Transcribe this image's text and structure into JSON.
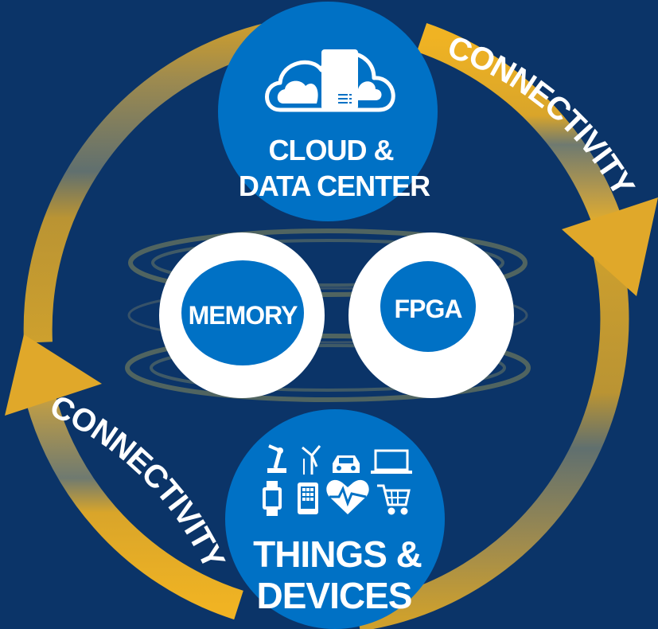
{
  "cloud": {
    "line1": "CLOUD &",
    "line2": "DATA CENTER",
    "icon": "cloud-server-icon"
  },
  "memory": {
    "label": "MEMORY"
  },
  "fpga": {
    "label": "FPGA"
  },
  "things": {
    "line1": "THINGS &",
    "line2": "DEVICES",
    "icons": [
      "robot-arm-icon",
      "wind-turbine-icon",
      "car-icon",
      "laptop-icon",
      "smartwatch-icon",
      "tablet-icon",
      "heart-rate-icon",
      "shopping-cart-icon"
    ]
  },
  "arrows": {
    "top_right": "CONNECTIVITY",
    "bottom_left": "CONNECTIVITY"
  },
  "colors": {
    "background": "#0b3468",
    "circle_blue": "#0071c5",
    "arrow_gold": "#f0b323",
    "white": "#ffffff"
  }
}
